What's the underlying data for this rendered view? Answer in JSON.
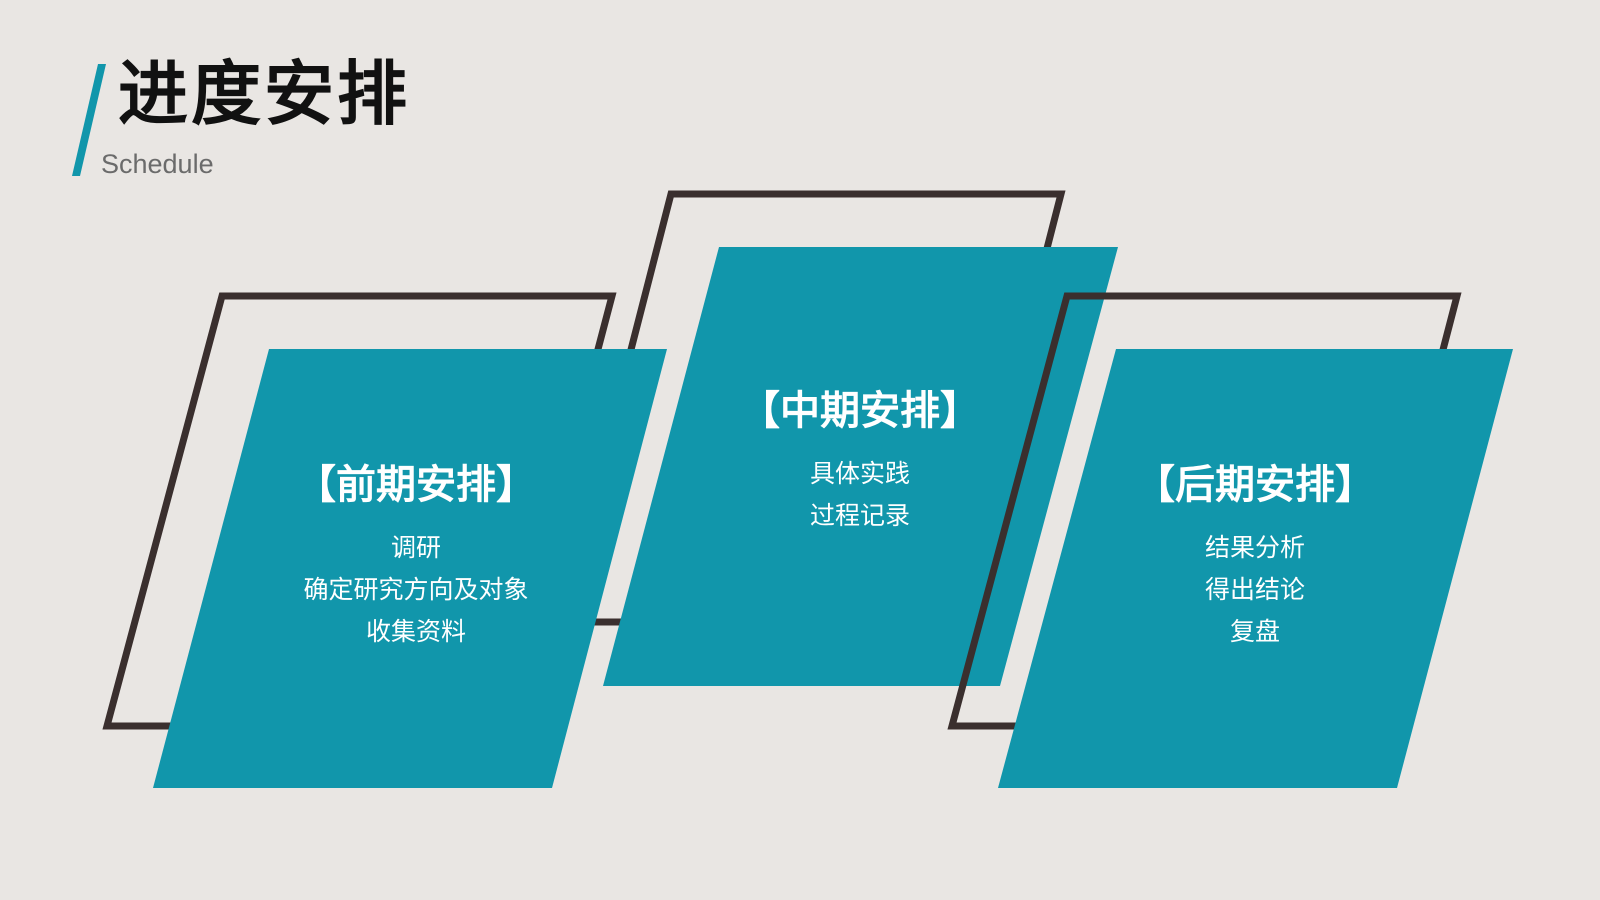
{
  "title": "进度安排",
  "subtitle": "Schedule",
  "colors": {
    "background": "#e9e6e3",
    "accent": "#1196ab",
    "outline": "#3a2f2e",
    "title_text": "#111111",
    "subtitle_text": "#6b6b6b",
    "card_text": "#ffffff"
  },
  "phases": [
    {
      "heading": "【前期安排】",
      "items": [
        "调研",
        "确定研究方向及对象",
        "收集资料"
      ]
    },
    {
      "heading": "【中期安排】",
      "items": [
        "具体实践",
        "过程记录"
      ]
    },
    {
      "heading": "【后期安排】",
      "items": [
        "结果分析",
        "得出结论",
        "复盘"
      ]
    }
  ]
}
